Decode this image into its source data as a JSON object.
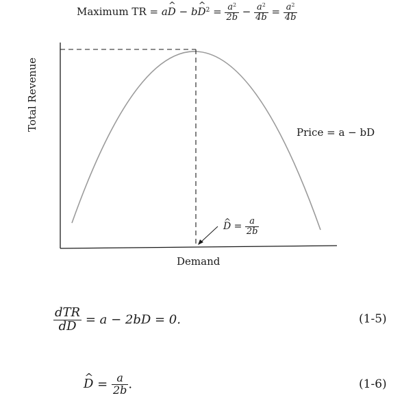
{
  "figure": {
    "title_formula": {
      "lhs": "Maximum TR = ",
      "term1_coef": "a",
      "term1_var": "D",
      "minus1": " − ",
      "term2_coef": "b",
      "term2_var": "D",
      "term2_exp": "2",
      "eq1": " = ",
      "f1_num": "a",
      "f1_num_exp": "2",
      "f1_den": "2b",
      "minus2": " − ",
      "f2_num": "a",
      "f2_num_exp": "2",
      "f2_den": "4b",
      "eq2": " = ",
      "f3_num": "a",
      "f3_num_exp": "2",
      "f3_den": "4b"
    },
    "curve_label": "Price = a − bD",
    "y_axis_label": "Total Revenue",
    "x_axis_label": "Demand",
    "dhat_label": {
      "var": "D",
      "eq": " = ",
      "num": "a",
      "den": "2b"
    }
  },
  "equations": [
    {
      "frac_num": "dTR",
      "frac_den": "dD",
      "rest": " = a − 2bD = 0.",
      "number": "(1-5)"
    },
    {
      "var": "D",
      "eq": " = ",
      "frac_num": "a",
      "frac_den": "2b",
      "trail": ".",
      "number": "(1-6)"
    }
  ],
  "colors": {
    "curve": "#9a9a9a",
    "axes": "#1a1a1a",
    "guides": "#1a1a1a"
  }
}
